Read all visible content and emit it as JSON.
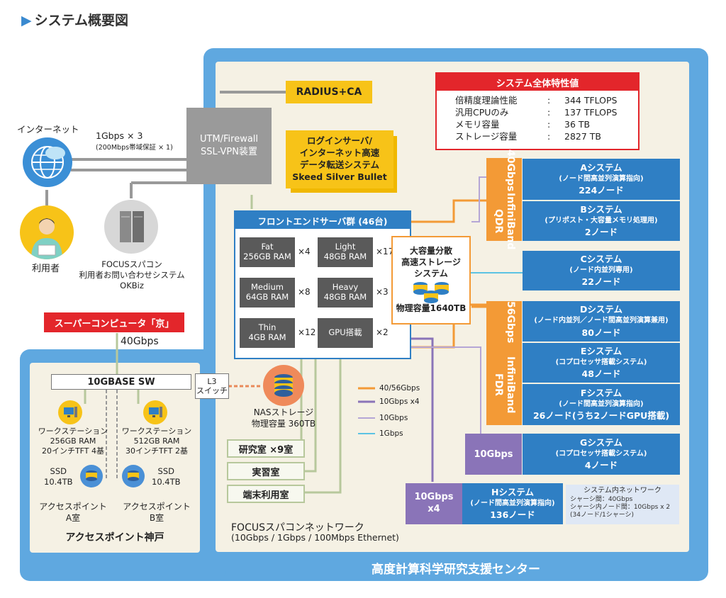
{
  "page_title": "システム概要図",
  "footer": "高度計算科学研究支援センター",
  "internet": {
    "label": "インターネット",
    "bw1": "1Gbps × 3",
    "bw2": "(200Mbps帯域保証 × 1)"
  },
  "user": {
    "label": "利用者"
  },
  "okbiz": {
    "line1": "FOCUSスパコン",
    "line2": "利用者お問い合わせシステム",
    "line3": "OKBiz"
  },
  "kei": {
    "label": "スーパーコンピュータ「京」",
    "bw": "40Gbps"
  },
  "radius": "RADIUS+CA",
  "utm": {
    "line1": "UTM/Firewall",
    "line2": "SSL-VPN装置"
  },
  "login": {
    "line1": "ログインサーバ/",
    "line2": "インターネット高速",
    "line3": "データ転送システム",
    "line4": "Skeed Silver Bullet"
  },
  "spec": {
    "title": "システム全体特性値",
    "rows": [
      {
        "k": "倍精度理論性能",
        "v": "344 TFLOPS"
      },
      {
        "k": "汎用CPUのみ",
        "v": "137 TFLOPS"
      },
      {
        "k": "メモリ容量",
        "v": "36 TB"
      },
      {
        "k": "ストレージ容量",
        "v": "2827 TB"
      }
    ],
    "sep": ":"
  },
  "frontend": {
    "title": "フロントエンドサーバ群 (46台)",
    "cells": [
      {
        "l1": "Fat",
        "l2": "256GB RAM",
        "m": "×4"
      },
      {
        "l1": "Light",
        "l2": "48GB RAM",
        "m": "×17"
      },
      {
        "l1": "Medium",
        "l2": "64GB RAM",
        "m": "×8"
      },
      {
        "l1": "Heavy",
        "l2": "48GB RAM",
        "m": "×3"
      },
      {
        "l1": "Thin",
        "l2": "4GB RAM",
        "m": "×12"
      },
      {
        "l1": "GPU搭載",
        "l2": "",
        "m": "×2"
      }
    ]
  },
  "storage": {
    "l1": "大容量分散",
    "l2": "高速ストレージ",
    "l3": "システム",
    "cap": "物理容量1640TB"
  },
  "nas": {
    "l1": "NASストレージ",
    "l2": "物理容量 360TB"
  },
  "l3": {
    "l1": "L3",
    "l2": "スイッチ"
  },
  "sw": "10GBASE SW",
  "ws": [
    {
      "l1": "ワークステーション",
      "l2": "256GB RAM",
      "l3": "20インチTFT 4基"
    },
    {
      "l1": "ワークステーション",
      "l2": "512GB RAM",
      "l3": "30インチTFT 2基"
    }
  ],
  "ssd": [
    {
      "l1": "SSD",
      "l2": "10.4TB"
    },
    {
      "l1": "SSD",
      "l2": "10.4TB"
    }
  ],
  "ap": [
    {
      "l1": "アクセスポイント",
      "l2": "A室"
    },
    {
      "l1": "アクセスポイント",
      "l2": "B室"
    }
  ],
  "kobe": "アクセスポイント神戸",
  "rooms": [
    "研究室 ×9室",
    "実習室",
    "端末利用室"
  ],
  "legend": [
    "40/56Gbps",
    "10Gbps x4",
    "10Gbps",
    "1Gbps"
  ],
  "network": {
    "l1": "FOCUSスパコンネットワーク",
    "l2": "(10Gbps / 1Gbps / 100Mbps Ethernet)"
  },
  "qdr": {
    "l1": "InfiniBand QDR",
    "l2": "40Gbps"
  },
  "fdr": {
    "l1": "InfiniBand FDR",
    "l2": "56Gbps"
  },
  "g10": "10Gbps",
  "h10": {
    "l1": "10Gbps",
    "l2": "x4"
  },
  "systems": [
    {
      "name": "Aシステム",
      "desc": "(ノード間高並列演算指向)",
      "nodes": "224ノード"
    },
    {
      "name": "Bシステム",
      "desc": "(プリポスト・大容量メモリ処理用)",
      "nodes": "2ノード"
    },
    {
      "name": "Cシステム",
      "desc": "(ノード内並列専用)",
      "nodes": "22ノード"
    },
    {
      "name": "Dシステム",
      "desc": "(ノード内並列／ノード間高並列演算兼用)",
      "nodes": "80ノード"
    },
    {
      "name": "Eシステム",
      "desc": "(コプロセッサ搭載システム)",
      "nodes": "48ノード"
    },
    {
      "name": "Fシステム",
      "desc": "(ノード間高並列演算指向)",
      "nodes": "26ノード(うち2ノードGPU搭載)"
    },
    {
      "name": "Gシステム",
      "desc": "(コプロセッサ搭載システム)",
      "nodes": "4ノード"
    },
    {
      "name": "Hシステム",
      "desc": "(ノード間高並列演算指向)",
      "nodes": "136ノード"
    }
  ],
  "netnote": {
    "title": "システム内ネットワーク",
    "l1": "シャーシ間：40Gbps",
    "l2": "シャーシ内ノード間：10Gbps x 2",
    "l3": "(34ノード/1シャーシ)"
  },
  "colors": {
    "blue": "#2f7fc4",
    "orange": "#f39a36",
    "purple": "#8a74b8",
    "red": "#e3262b",
    "yellow": "#f7c318",
    "frame": "#5fa8e0"
  }
}
